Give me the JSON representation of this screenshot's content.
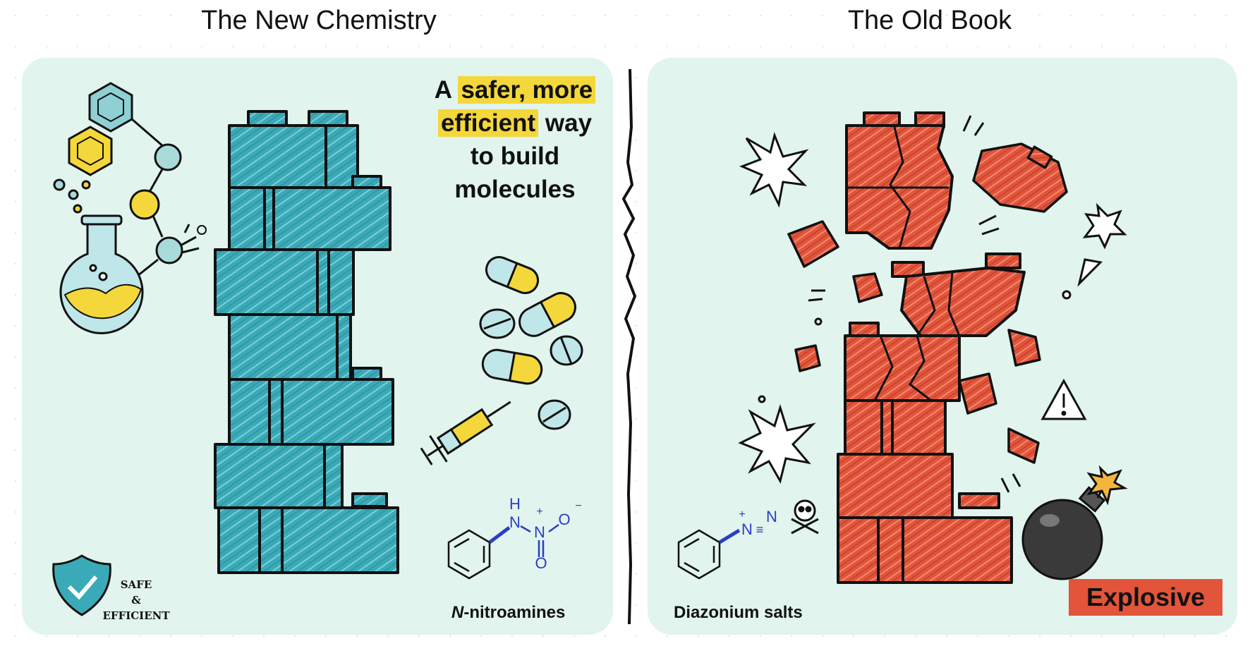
{
  "left_heading": "The New Chemistry",
  "right_heading": "The Old Book",
  "tagline": {
    "part1": "A ",
    "hl1": "safer, more",
    "hl2": "efficient",
    "part2": " way",
    "line3": "to build",
    "line4": "molecules"
  },
  "badge": {
    "line1": "SAFE",
    "line2": "& EFFICIENT"
  },
  "left_caption": {
    "italic": "N",
    "rest": "-nitroamines"
  },
  "right_caption": "Diazonium salts",
  "warning_label": "Explosive",
  "nitroamine_labels": {
    "h": "H",
    "n1": "N",
    "n2": "N",
    "o1": "O",
    "o2": "O",
    "plus": "+",
    "minus": "−"
  },
  "diazonium_labels": {
    "n1": "N",
    "n2": "N",
    "plus": "+",
    "bond": "≡"
  },
  "colors": {
    "panel": "#e1f4ee",
    "teal_brick": "#3aaab8",
    "red_brick": "#e2553b",
    "highlight": "#f4d73a",
    "chem_blue": "#2a3ec4"
  }
}
